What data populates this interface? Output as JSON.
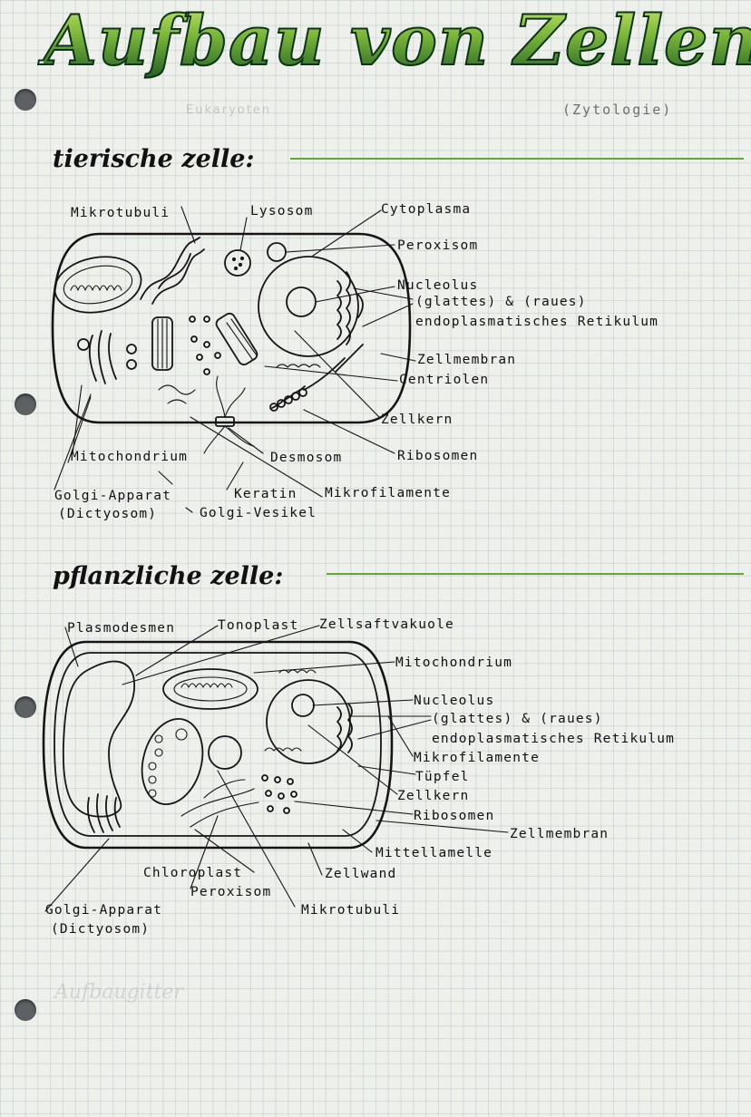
{
  "title": "Aufbau von Zellen",
  "subtitle": "(Zytologie)",
  "faint_top": "Eukaryoten",
  "faint_bottom": "Aufbaugitter",
  "colors": {
    "accent_green": "#5fa83a",
    "title_dark": "#1f5a26",
    "title_light": "#c9e86a"
  },
  "animal": {
    "heading": "tierische zelle:",
    "labels": {
      "mikrotubuli": "Mikrotubuli",
      "lysosom": "Lysosom",
      "cytoplasma": "Cytoplasma",
      "peroxisom": "Peroxisom",
      "nucleolus": "Nucleolus",
      "er_1": "(glattes) & (raues)",
      "er_2": "endoplasmatisches Retikulum",
      "zellmembran": "Zellmembran",
      "centriolen": "Centriolen",
      "zellkern": "Zellkern",
      "ribosomen": "Ribosomen",
      "mitochondrium": "Mitochondrium",
      "desmosom": "Desmosom",
      "golgi_1": "Golgi-Apparat",
      "golgi_2": "(Dictyosom)",
      "keratin": "Keratin",
      "golgi_vesikel": "Golgi-Vesikel",
      "mikrofilamente": "Mikrofilamente"
    }
  },
  "plant": {
    "heading": "pflanzliche zelle:",
    "labels": {
      "plasmodesmen": "Plasmodesmen",
      "tonoplast": "Tonoplast",
      "zellsaftvakuole": "Zellsaftvakuole",
      "mitochondrium": "Mitochondrium",
      "nucleolus": "Nucleolus",
      "er_1": "(glattes) & (raues)",
      "er_2": "endoplasmatisches Retikulum",
      "mikrofilamente": "Mikrofilamente",
      "tuepfel": "Tüpfel",
      "zellkern": "Zellkern",
      "ribosomen": "Ribosomen",
      "zellmembran": "Zellmembran",
      "mittellamelle": "Mittellamelle",
      "chloroplast": "Chloroplast",
      "zellwand": "Zellwand",
      "peroxisom": "Peroxisom",
      "golgi_1": "Golgi-Apparat",
      "golgi_2": "(Dictyosom)",
      "mikrotubuli": "Mikrotubuli"
    }
  }
}
